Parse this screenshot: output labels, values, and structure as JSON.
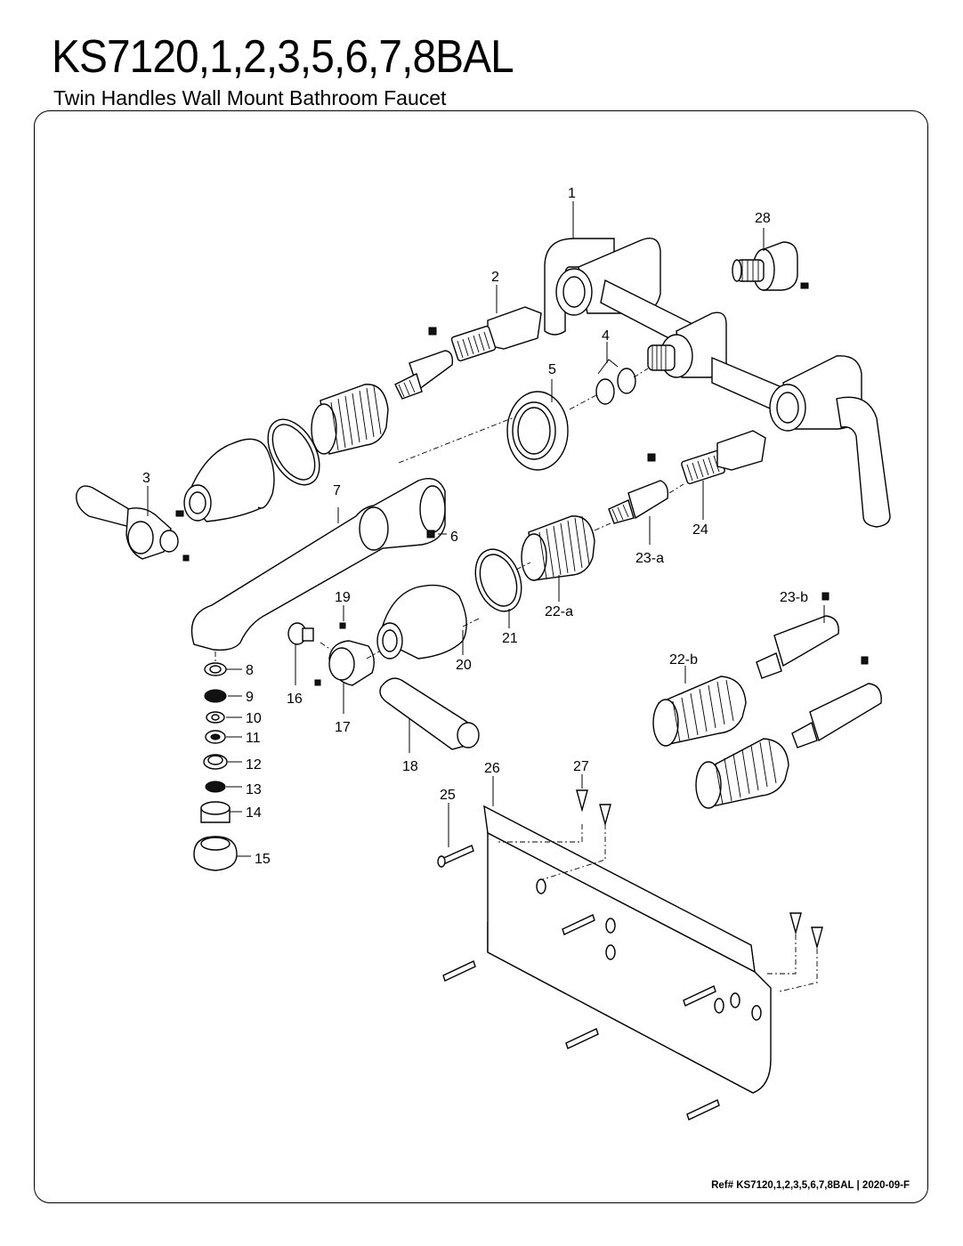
{
  "header": {
    "title": "KS7120,1,2,3,5,6,7,8BAL",
    "subtitle": "Twin Handles Wall Mount Bathroom Faucet"
  },
  "footer": {
    "ref": "Ref# KS7120,1,2,3,5,6,7,8BAL | 2020-09-F"
  },
  "callouts": {
    "c1": "1",
    "c2": "2",
    "c3": "3",
    "c4": "4",
    "c5": "5",
    "c6": "6",
    "c7": "7",
    "c8": "8",
    "c9": "9",
    "c10": "10",
    "c11": "11",
    "c12": "12",
    "c13": "13",
    "c14": "14",
    "c15": "15",
    "c16": "16",
    "c17": "17",
    "c18": "18",
    "c19": "19",
    "c20": "20",
    "c21": "21",
    "c22a": "22-a",
    "c22b": "22-b",
    "c23a": "23-a",
    "c23b": "23-b",
    "c24": "24",
    "c25": "25",
    "c26": "26",
    "c27": "27",
    "c28": "28"
  }
}
